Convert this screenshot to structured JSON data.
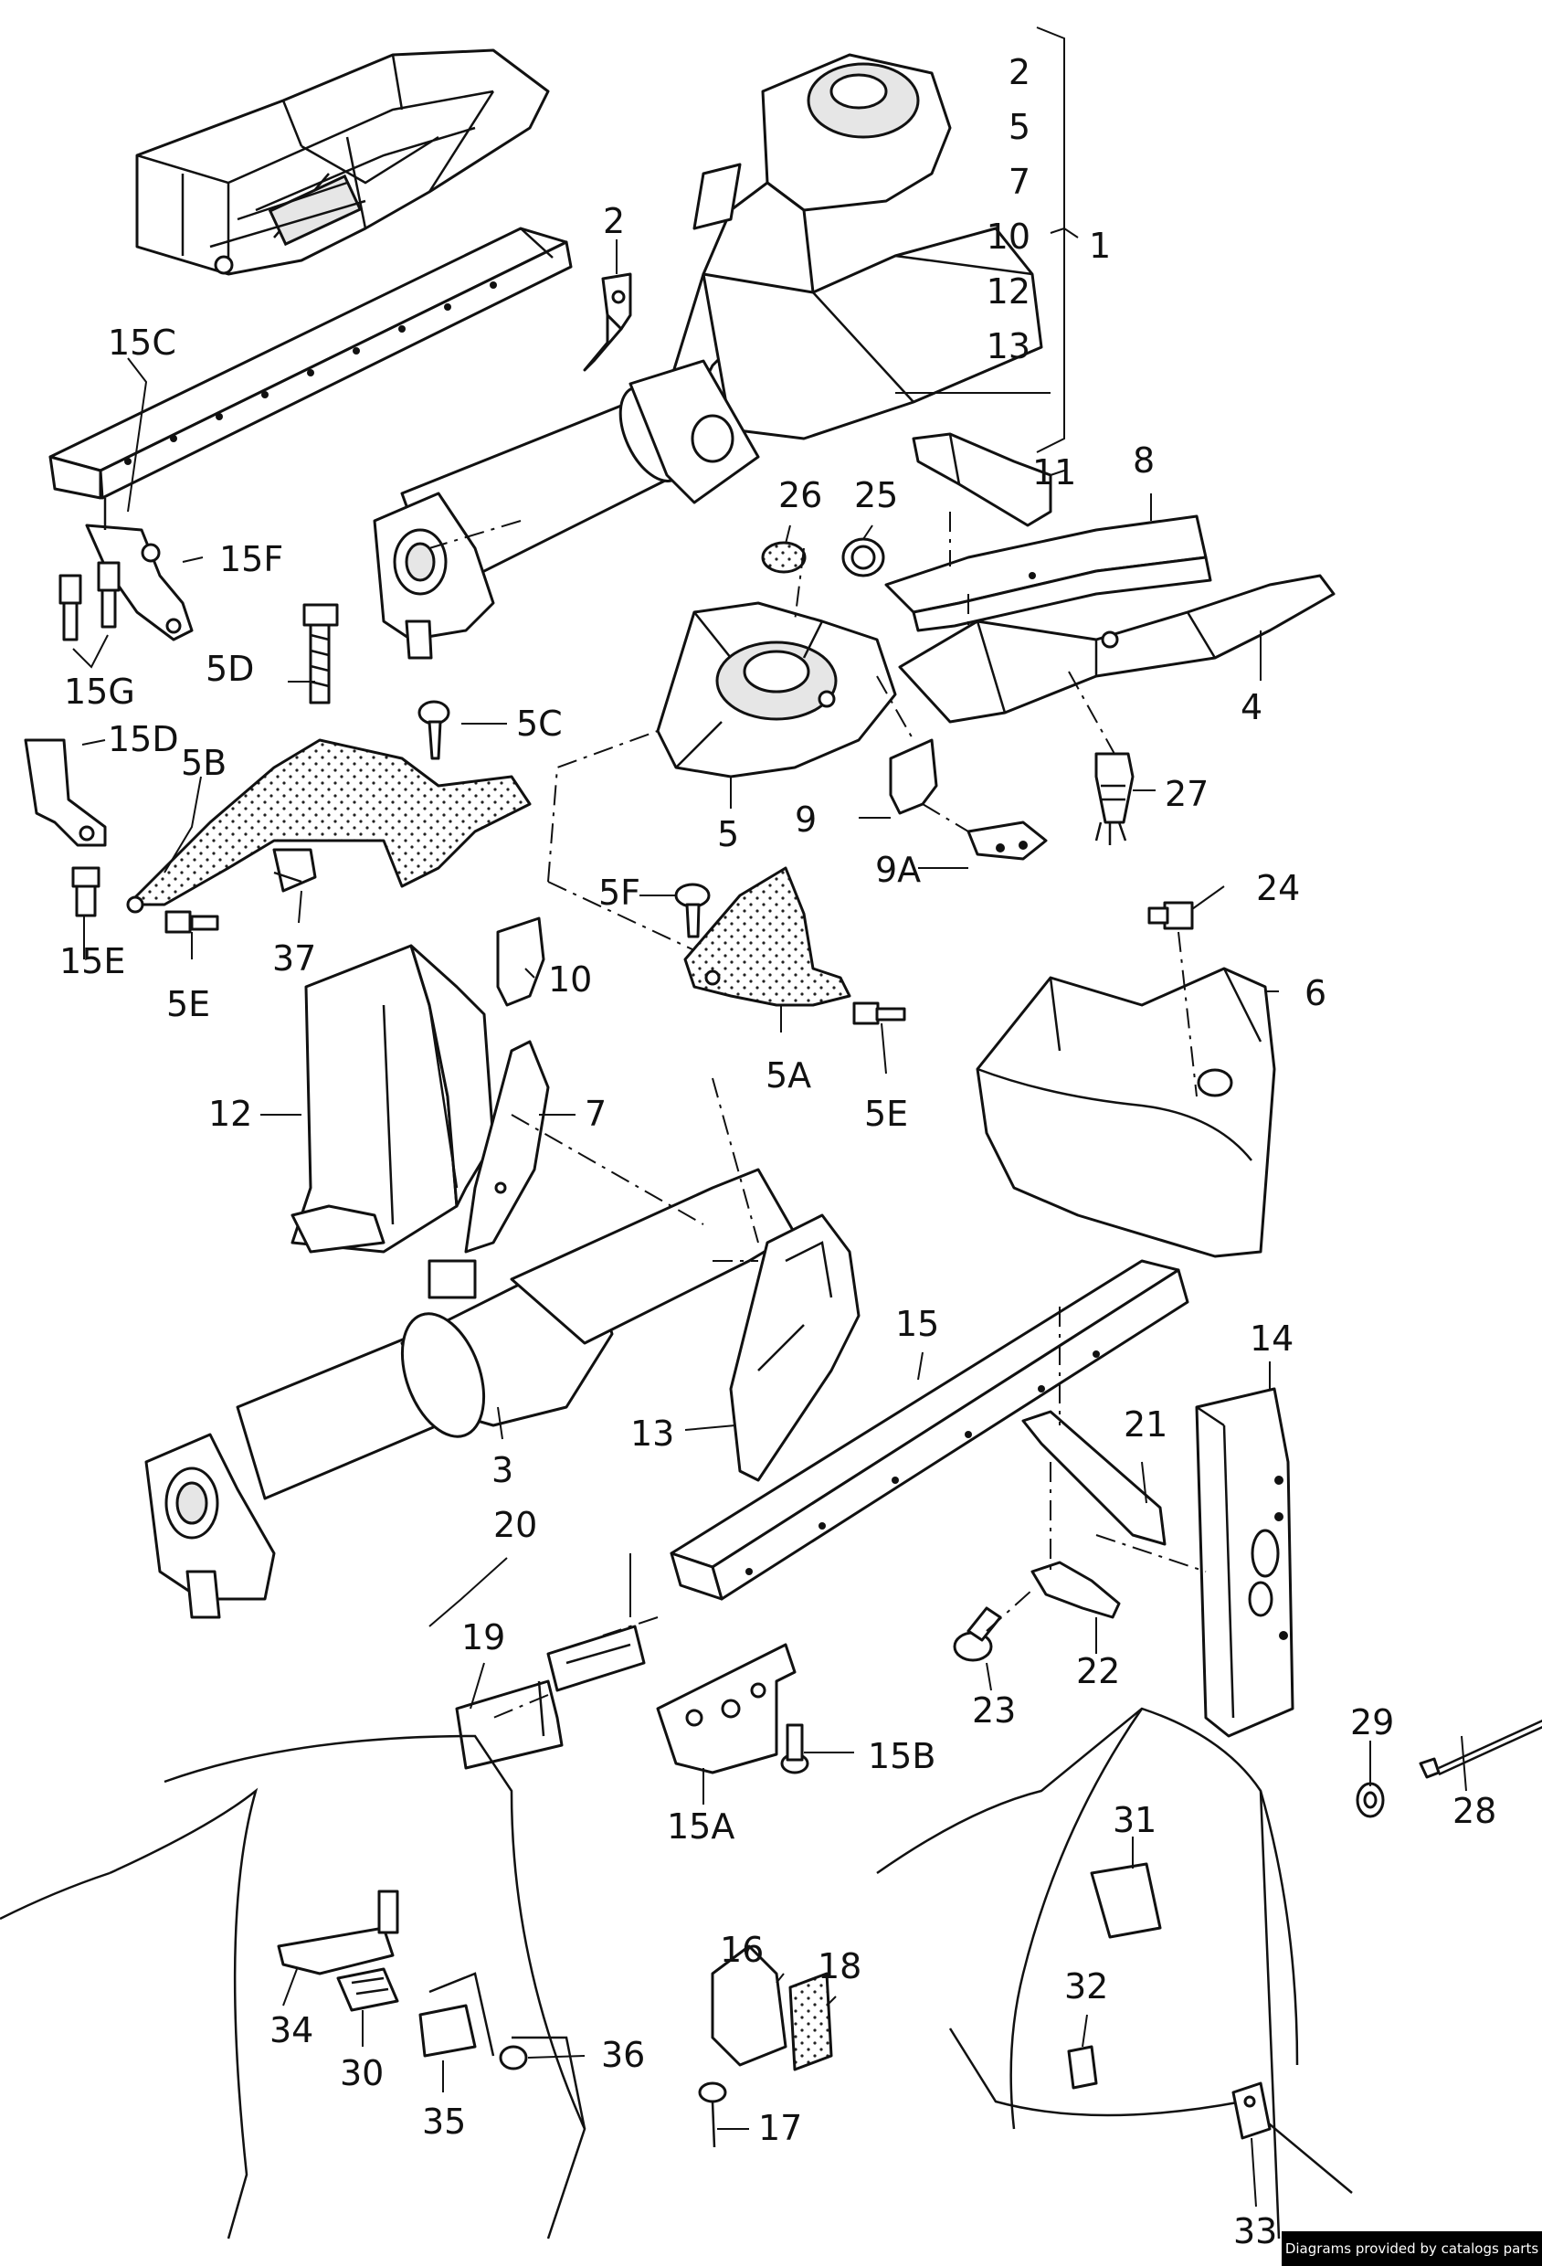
{
  "callouts": {
    "c1": "1",
    "c2a": "2",
    "c2b": "2",
    "c5a": "5",
    "c7a": "7",
    "c10a": "10",
    "c12a": "12",
    "c13a": "13",
    "c3": "3",
    "c4": "4",
    "c5b": "5",
    "c5A": "5A",
    "c5B": "5B",
    "c5C": "5C",
    "c5D": "5D",
    "c5Ea": "5E",
    "c5Eb": "5E",
    "c5F": "5F",
    "c6": "6",
    "c7b": "7",
    "c8": "8",
    "c9": "9",
    "c9A": "9A",
    "c10b": "10",
    "c11": "11",
    "c12b": "12",
    "c13b": "13",
    "c14": "14",
    "c15": "15",
    "c15A": "15A",
    "c15B": "15B",
    "c15C": "15C",
    "c15D": "15D",
    "c15E": "15E",
    "c15F": "15F",
    "c15G": "15G",
    "c16": "16",
    "c17": "17",
    "c18": "18",
    "c19": "19",
    "c20": "20",
    "c21": "21",
    "c22": "22",
    "c23": "23",
    "c24": "24",
    "c25": "25",
    "c26": "26",
    "c27": "27",
    "c28": "28",
    "c29": "29",
    "c30": "30",
    "c31": "31",
    "c32": "32",
    "c33": "33",
    "c34": "34",
    "c35": "35",
    "c36": "36",
    "c37": "37"
  },
  "footer": {
    "credit": "Diagrams provided by catalogs parts"
  }
}
